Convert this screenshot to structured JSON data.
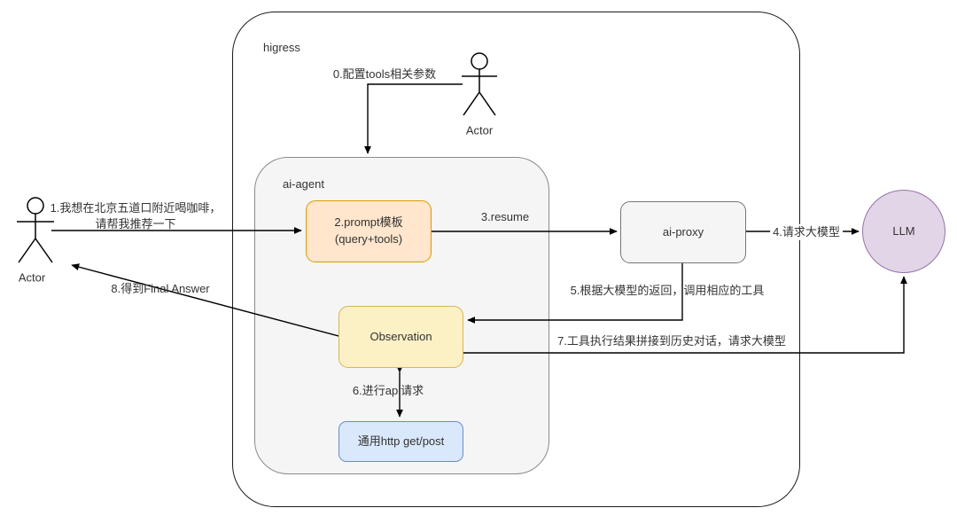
{
  "containers": {
    "higress": {
      "label": "higress"
    },
    "ai_agent": {
      "label": "ai-agent"
    }
  },
  "nodes": {
    "prompt": {
      "line1": "2.prompt模板",
      "line2": "(query+tools)",
      "fill": "#ffe6cc",
      "stroke": "#d79b00"
    },
    "observation": {
      "label": "Observation",
      "fill": "#fcf0c5",
      "stroke": "#d6b656"
    },
    "http_tool": {
      "label": "通用http get/post",
      "fill": "#d9e8fb",
      "stroke": "#6c8ebf"
    },
    "ai_proxy": {
      "label": "ai-proxy",
      "fill": "#f5f5f5",
      "stroke": "#767676"
    },
    "llm": {
      "label": "LLM",
      "fill": "#e3d5e8",
      "stroke": "#9673a6"
    }
  },
  "actors": {
    "left": {
      "label": "Actor"
    },
    "top": {
      "label": "Actor"
    }
  },
  "edges": {
    "e0": {
      "label": "0.配置tools相关参数"
    },
    "e1": {
      "line1": "1.我想在北京五道口附近喝咖啡，",
      "line2": "请帮我推荐一下"
    },
    "e3": {
      "label": "3.resume"
    },
    "e4": {
      "label": "4.请求大模型"
    },
    "e5": {
      "label": "5.根据大模型的返回，调用相应的工具"
    },
    "e6": {
      "label": "6.进行api请求"
    },
    "e7": {
      "label": "7.工具执行结果拼接到历史对话，请求大模型"
    },
    "e8": {
      "label": "8.得到Final Answer"
    }
  }
}
